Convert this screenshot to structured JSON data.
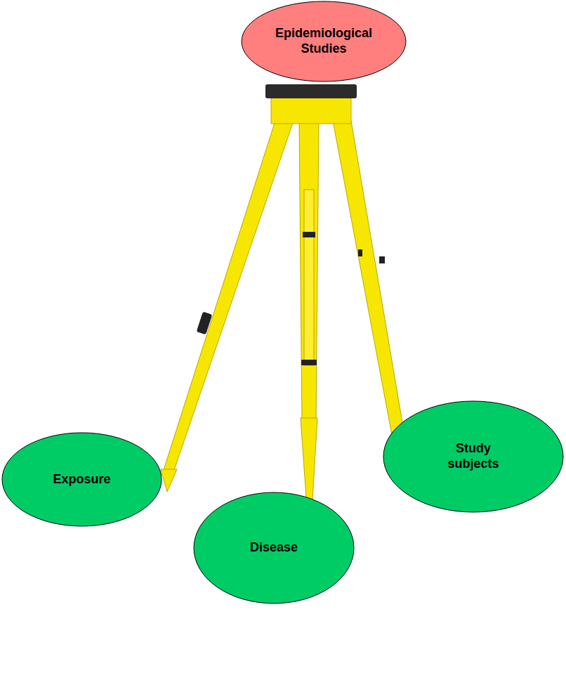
{
  "diagram": {
    "nodes": [
      {
        "text": [
          "Epidemiological Studies"
        ]
      },
      {
        "text": [
          "Exposure"
        ]
      },
      {
        "text": [
          "Disease"
        ]
      },
      {
        "text": [
          "Study subjects"
        ]
      }
    ]
  }
}
